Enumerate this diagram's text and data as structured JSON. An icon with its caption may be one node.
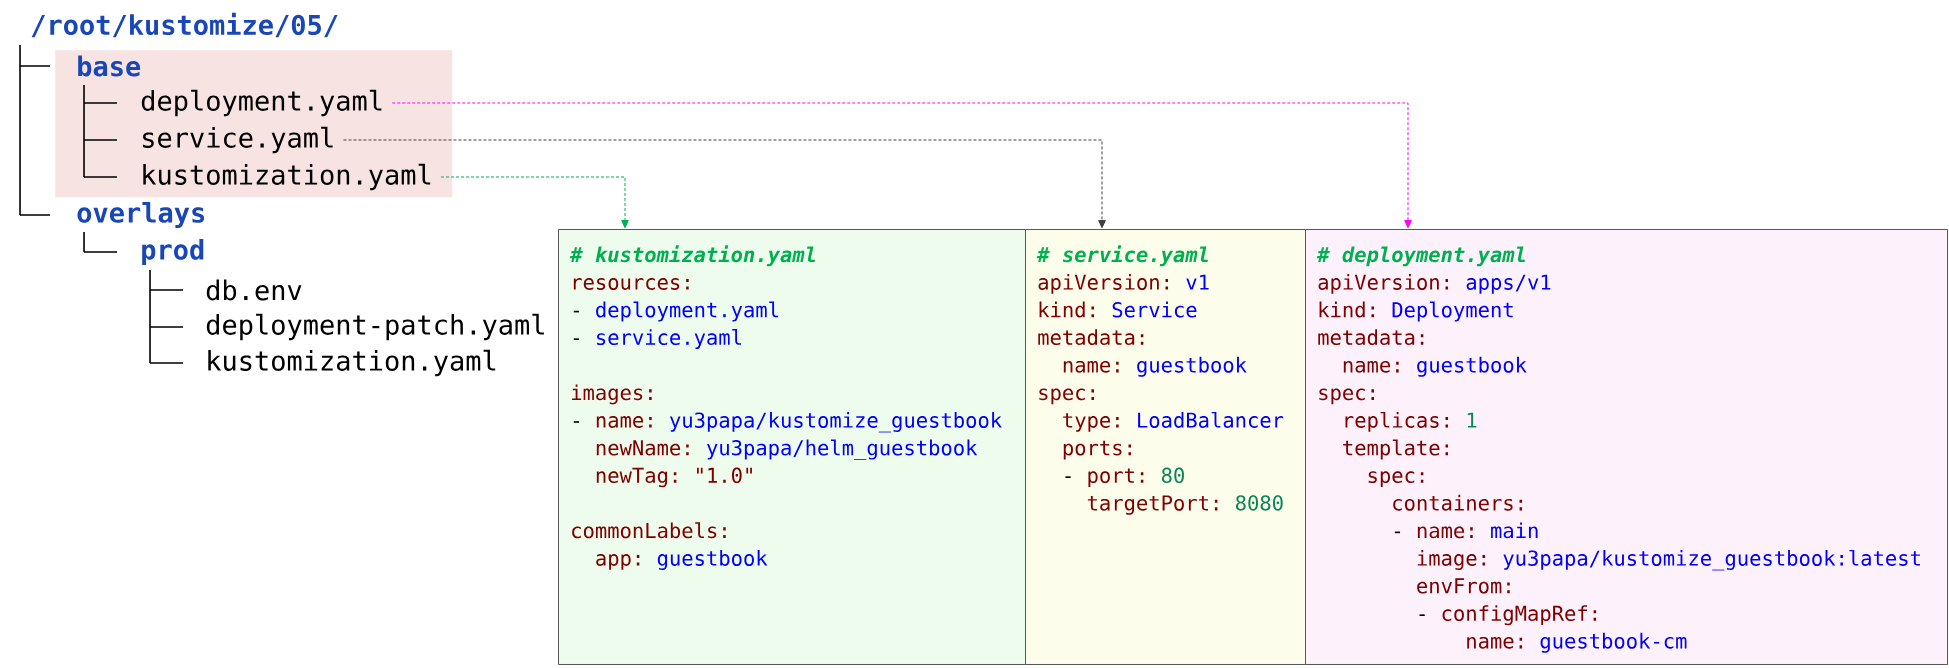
{
  "diagram": {
    "nodes": [
      {
        "text": [
          "base"
        ]
      },
      {
        "text": [
          "deployment.yaml"
        ],
        "in": 0
      },
      {
        "text": [
          "service.yaml"
        ],
        "in": 0
      },
      {
        "text": [
          "kustomization.yaml"
        ],
        "in": 0
      },
      {
        "text": [
          "# kustomization.yaml",
          "resources:",
          "-",
          "deployment.yaml",
          "-",
          "service.yaml",
          "images:",
          "-",
          "name:",
          "yu3papa/kustomize_guestbook",
          "newName:",
          "yu3papa/helm_guestbook",
          "newTag:",
          "\"1.0\"",
          "commonLabels:",
          "app:",
          "guestbook"
        ]
      },
      {
        "text": [
          "# service.yaml",
          "apiVersion:",
          "v1",
          "kind:",
          "Service",
          "metadata:",
          "name:",
          "guestbook",
          "spec:",
          "type:",
          "LoadBalancer",
          "ports:",
          "-",
          "port:",
          "80",
          "targetPort:",
          "8080"
        ]
      },
      {
        "text": [
          "# deployment.yaml",
          "apiVersion:",
          "apps/v1",
          "kind:",
          "Deployment",
          "metadata:",
          "name:",
          "guestbook",
          "spec:",
          "replicas:",
          "1",
          "template:",
          "spec:",
          "containers:",
          "-",
          "name:",
          "main",
          "image:",
          "yu3papa/kustomize_guestbook:latest",
          "envFrom:",
          "-",
          "configMapRef:",
          "name:",
          "guestbook-cm"
        ]
      }
    ],
    "edges": [
      {
        "from": 1,
        "to": 6,
        "arrow": "to",
        "style": "dashed",
        "color": "#ff00ff"
      },
      {
        "from": 2,
        "to": 5,
        "arrow": "to",
        "style": "dashed",
        "color": "#404040"
      },
      {
        "from": 3,
        "to": 4,
        "arrow": "to",
        "style": "dashed",
        "color": "#00b050"
      }
    ],
    "labels": [
      "/root/kustomize/05/",
      "overlays",
      "prod",
      "db.env",
      "deployment-patch.yaml",
      "kustomization.yaml"
    ]
  }
}
